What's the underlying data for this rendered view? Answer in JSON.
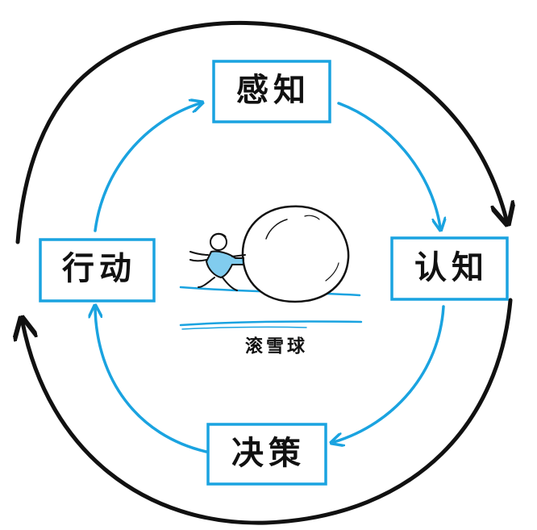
{
  "nodes": {
    "top": {
      "label": "感知"
    },
    "right": {
      "label": "认知"
    },
    "bottom": {
      "label": "决策"
    },
    "left": {
      "label": "行动"
    }
  },
  "center": {
    "caption": "滚雪球"
  },
  "colors": {
    "cycle_blue": "#1aa3e0",
    "outer_black": "#111111",
    "box_border": "#1aa3e0"
  },
  "icons": {
    "outer_cycle": "circular-arrow",
    "inner_cycle": "circular-arrow",
    "center_illustration": "person-pushing-snowball"
  }
}
